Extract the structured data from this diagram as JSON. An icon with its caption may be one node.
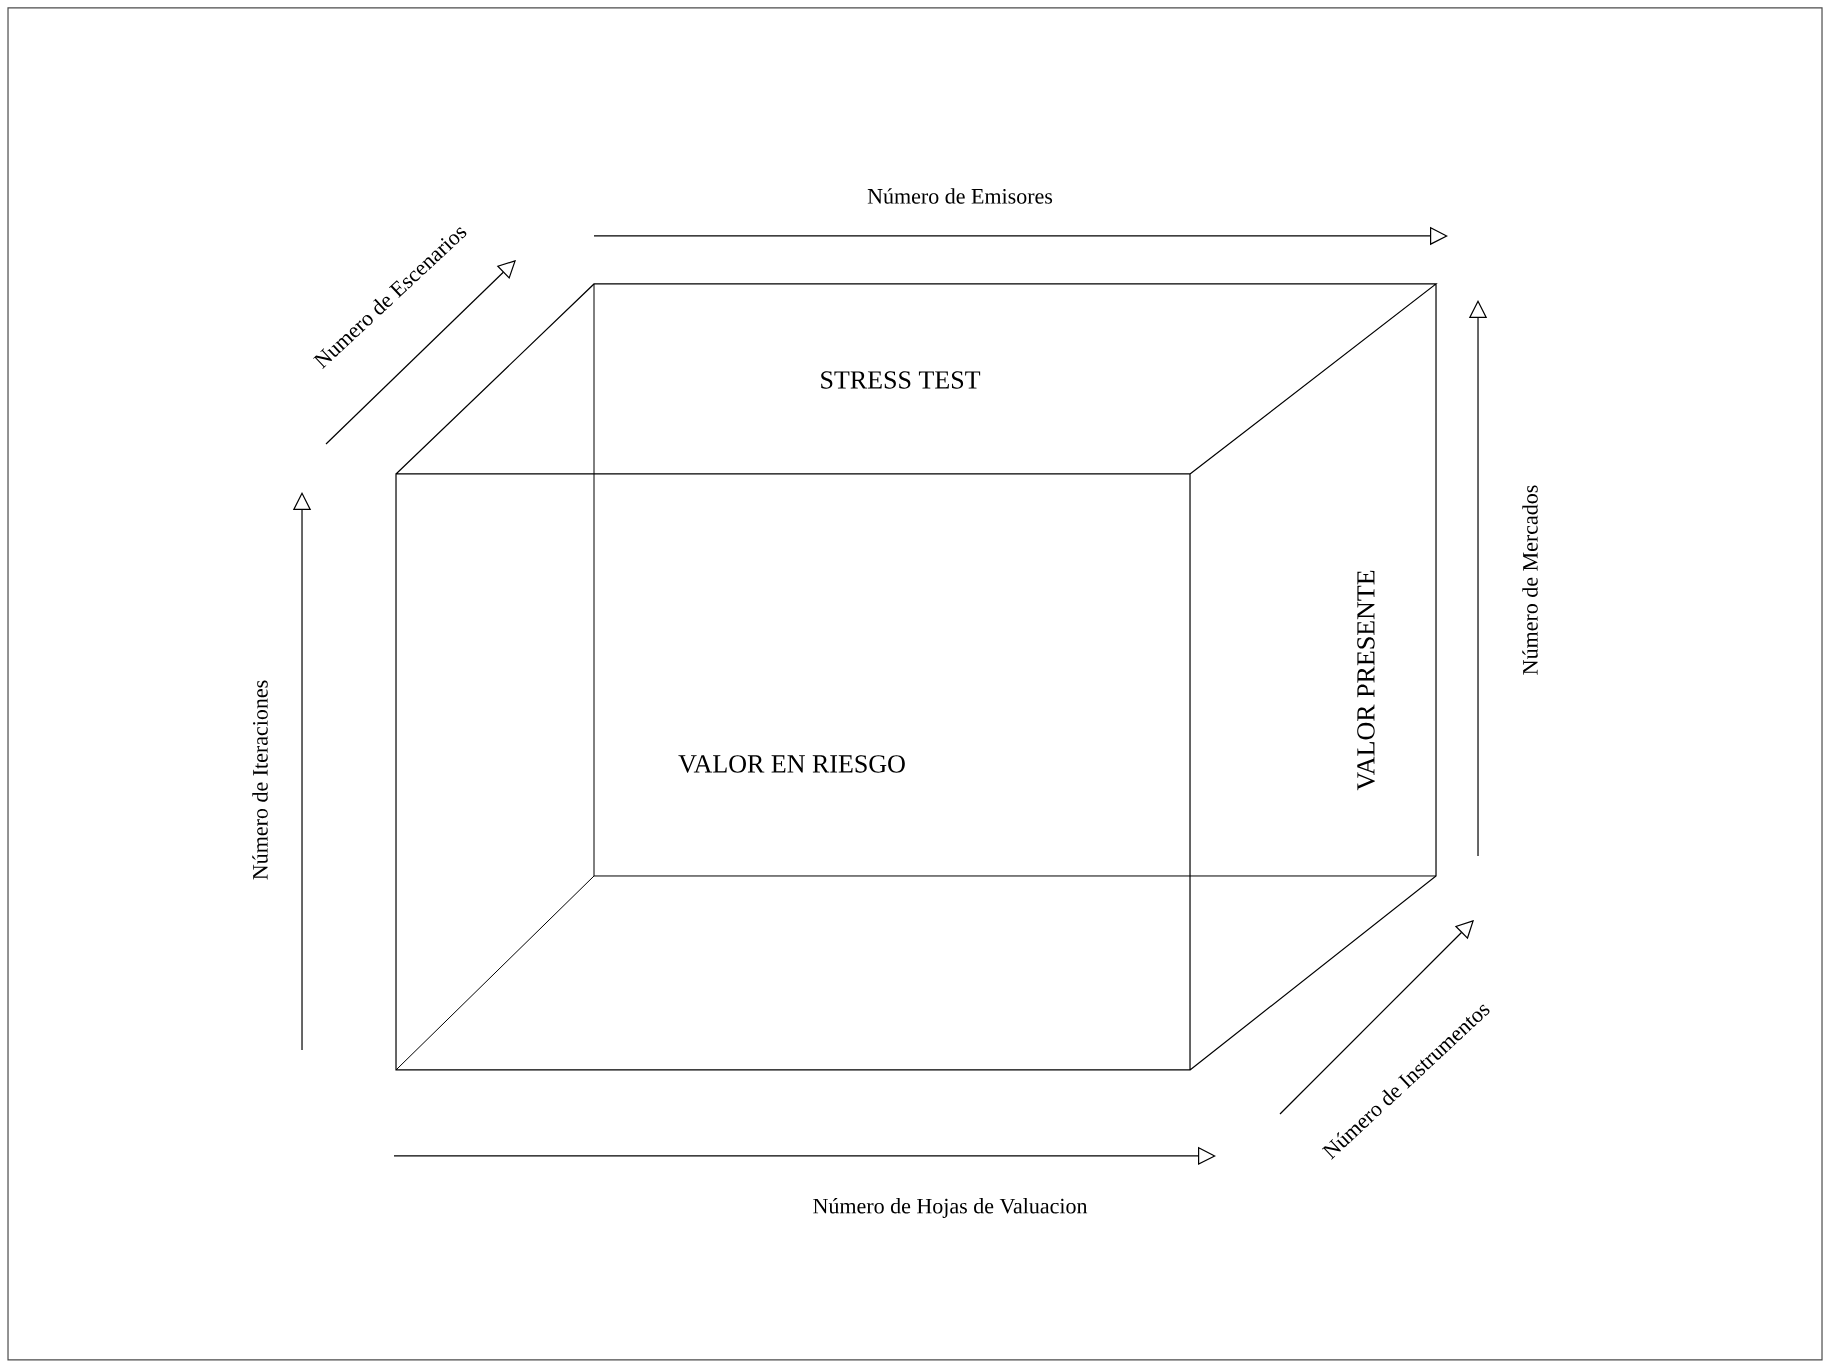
{
  "diagram": {
    "nodes": [
      {
        "text": [
          "STRESS TEST"
        ]
      },
      {
        "text": [
          "VALOR EN RIESGO"
        ]
      },
      {
        "text": [
          "VALOR PRESENTE"
        ]
      }
    ],
    "labels": [
      "Número de Emisores",
      "Numero de Escenarios",
      "Número de Mercados",
      "Número de Iteraciones",
      "Número de Instrumentos",
      "Número de Hojas de Valuacion"
    ]
  }
}
